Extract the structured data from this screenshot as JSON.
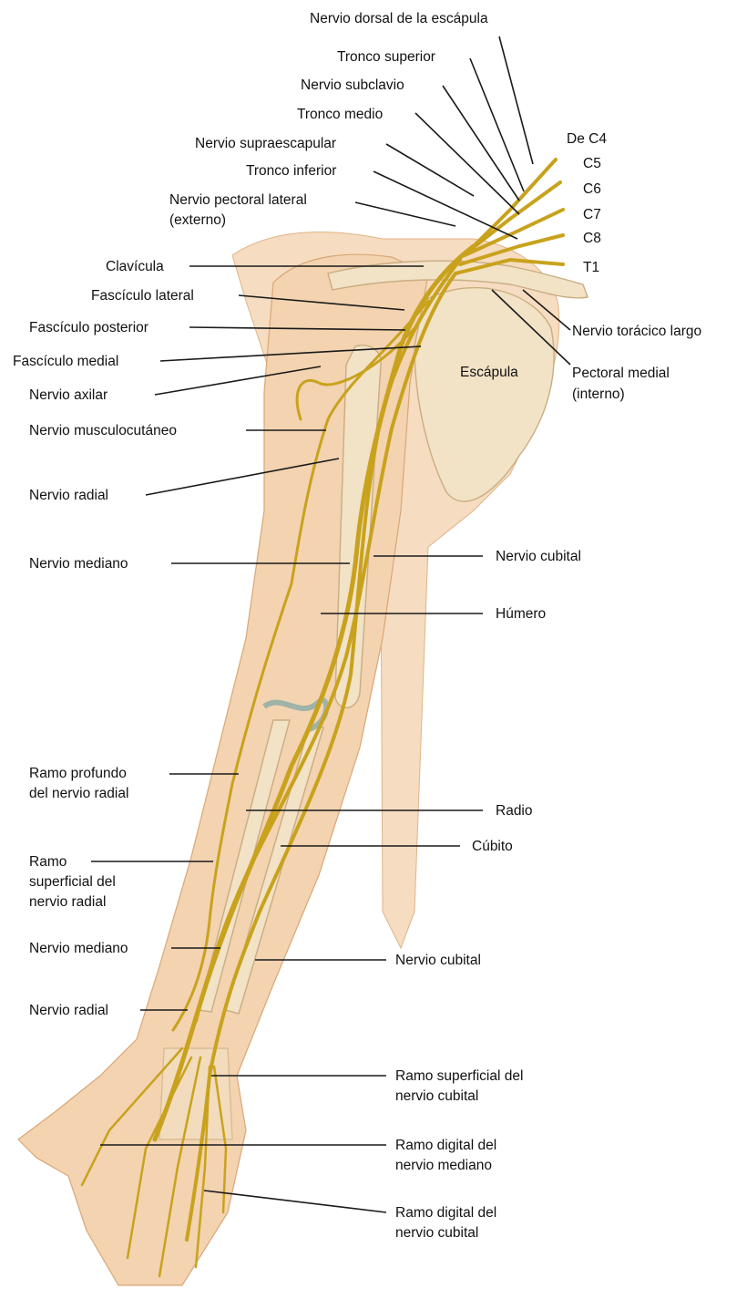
{
  "diagram": {
    "labels": {
      "dorsal_escapula": "Nervio dorsal de la escápula",
      "tronco_superior": "Tronco superior",
      "subclavio": "Nervio subclavio",
      "tronco_medio": "Tronco medio",
      "supraescapular": "Nervio supraescapular",
      "tronco_inferior": "Tronco inferior",
      "pectoral_lateral": "Nervio pectoral lateral",
      "pectoral_lateral_2": "(externo)",
      "clavicula": "Clavícula",
      "fasciculo_lateral": "Fascículo lateral",
      "fasciculo_posterior": "Fascículo posterior",
      "fasciculo_medial": "Fascículo medial",
      "axilar": "Nervio axilar",
      "musculocutaneo": "Nervio musculocutáneo",
      "radial": "Nervio radial",
      "mediano": "Nervio mediano",
      "cubital": "Nervio cubital",
      "humero": "Húmero",
      "escapula": "Escápula",
      "toracico_largo": "Nervio torácico largo",
      "pectoral_medial": "Pectoral medial",
      "pectoral_medial_2": "(interno)",
      "root_c4": "De C4",
      "root_c5": "C5",
      "root_c6": "C6",
      "root_c7": "C7",
      "root_c8": "C8",
      "root_t1": "T1",
      "ramo_profundo_1": "Ramo profundo",
      "ramo_profundo_2": "del nervio radial",
      "radio": "Radio",
      "cubito": "Cúbito",
      "ramo_superficial_radial_1": "Ramo",
      "ramo_superficial_radial_2": "superficial del",
      "ramo_superficial_radial_3": "nervio radial",
      "mediano_2": "Nervio mediano",
      "cubital_2": "Nervio cubital",
      "radial_2": "Nervio radial",
      "ramo_sup_cubital_1": "Ramo superficial del",
      "ramo_sup_cubital_2": "nervio cubital",
      "ramo_dig_mediano_1": "Ramo digital del",
      "ramo_dig_mediano_2": "nervio mediano",
      "ramo_dig_cubital_1": "Ramo digital del",
      "ramo_dig_cubital_2": "nervio cubital"
    },
    "colors": {
      "nerve": "#c9a21d",
      "skin": "#f3d3b0",
      "bone": "#f2e2c6",
      "text": "#111111"
    }
  }
}
